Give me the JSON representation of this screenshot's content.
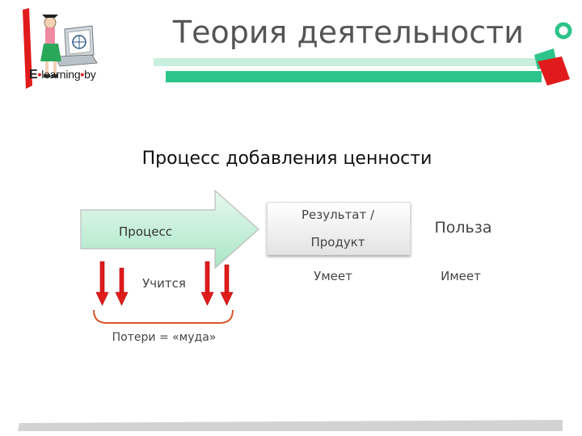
{
  "header": {
    "title": "Теория деятельности",
    "logo": {
      "prefix": "E",
      "sep": "•",
      "word": "learning",
      "suffix": "by"
    }
  },
  "diagram": {
    "subtitle": "Процесс добавления ценности",
    "process_label": "Процесс",
    "result_line1": "Результат /",
    "result_line2": "Продукт",
    "benefit_label": "Польза",
    "learns_label": "Учится",
    "knows_label": "Умеет",
    "has_label": "Имеет",
    "losses_label": "Потери = «муда»"
  },
  "colors": {
    "accent_green": "#2cc48a",
    "light_green": "#c8eedd",
    "arrow_red": "#e11b1b",
    "brace_orange": "#d9582b"
  }
}
